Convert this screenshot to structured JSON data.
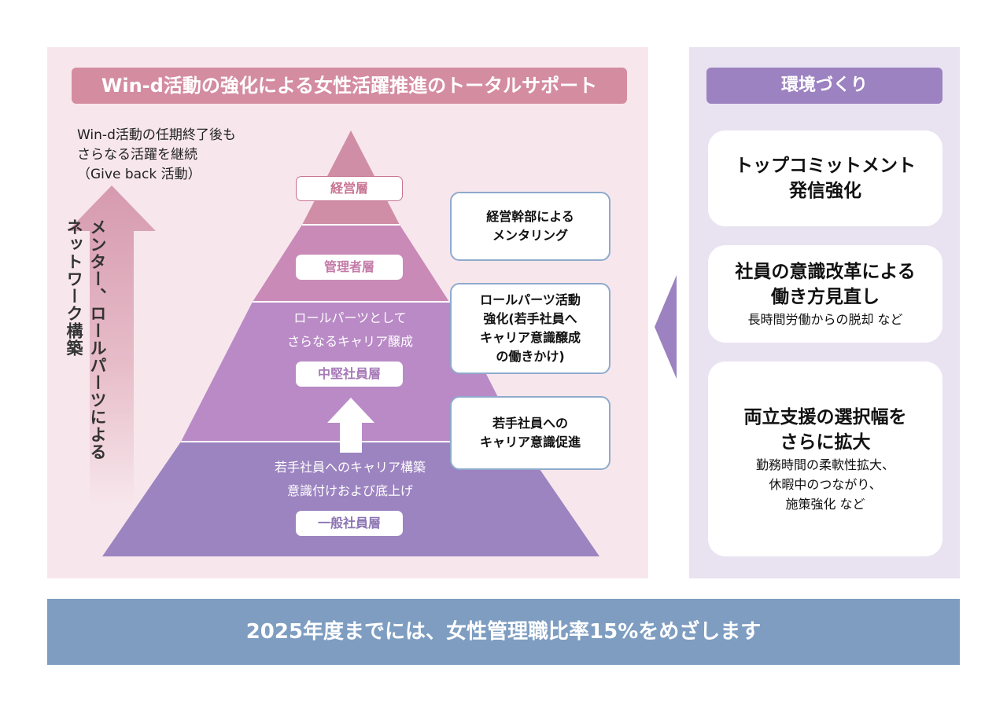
{
  "left_title": "Win-d活動の強化による女性活躍推進のトータルサポート",
  "env_title": "環境づくり",
  "intro_lines": [
    "Win-d活動の任期終了後も",
    "さらなる活躍を継続",
    "（Give back 活動）"
  ],
  "arrow_text": [
    "メンター、ロールパーツによる",
    "ネットワーク構築"
  ],
  "pyramid": {
    "layer1_label": "経営層",
    "layer2_label": "管理者層",
    "layer3_text": [
      "ロールパーツとして",
      "さらなるキャリア醸成"
    ],
    "layer3_label": "中堅社員層",
    "layer4_text": [
      "若手社員へのキャリア構築",
      "意識付けおよび底上げ"
    ],
    "layer4_label": "一般社員層"
  },
  "callouts": [
    [
      "経営幹部による",
      "メンタリング"
    ],
    [
      "ロールパーツ活動",
      "強化(若手社員へ",
      "キャリア意識醸成",
      "の働きかけ)"
    ],
    [
      "若手社員への",
      "キャリア意識促進"
    ]
  ],
  "env_cards": [
    {
      "head": [
        "トップコミットメント",
        "発信強化"
      ],
      "sub": []
    },
    {
      "head": [
        "社員の意識改革による",
        "働き方見直し"
      ],
      "sub": [
        "長時間労働からの脱却 など"
      ]
    },
    {
      "head": [
        "両立支援の選択幅を",
        "さらに拡大"
      ],
      "sub": [
        "勤務時間の柔軟性拡大、",
        "休暇中のつながり、",
        "施策強化 など"
      ]
    }
  ],
  "goal": "2025年度までには、女性管理職比率15%をめざします",
  "colors": {
    "layer1": "#cf8ea5",
    "layer2": "#c98ab8",
    "layer3": "#b98ac6",
    "layer4": "#9c84c0",
    "title_pink": "#d48ca1",
    "env_purple": "#9c82c0",
    "bottom_blue": "#7e9dc1"
  }
}
